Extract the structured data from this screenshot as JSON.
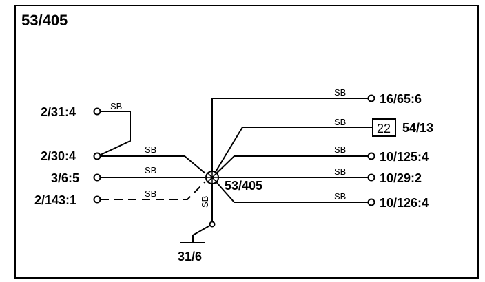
{
  "title": "53/405",
  "splice": {
    "label": "53/405"
  },
  "ground": {
    "label": "31/6",
    "wire_color": "SB"
  },
  "left_connections": [
    {
      "id": "c2-31-4",
      "label": "2/31:4",
      "wire_color": "SB"
    },
    {
      "id": "c2-30-4",
      "label": "2/30:4",
      "wire_color": "SB"
    },
    {
      "id": "c3-6-5",
      "label": "3/6:5",
      "wire_color": "SB"
    },
    {
      "id": "c2-143-1",
      "label": "2/143:1",
      "wire_color": "SB",
      "dashed": true
    }
  ],
  "right_connections": [
    {
      "id": "c16-65-6",
      "label": "16/65:6",
      "wire_color": "SB"
    },
    {
      "id": "c54-13",
      "label": "54/13",
      "wire_color": "SB",
      "box_number": "22"
    },
    {
      "id": "c10-125-4",
      "label": "10/125:4",
      "wire_color": "SB"
    },
    {
      "id": "c10-29-2",
      "label": "10/29:2",
      "wire_color": "SB"
    },
    {
      "id": "c10-126-4",
      "label": "10/126:4",
      "wire_color": "SB"
    }
  ]
}
